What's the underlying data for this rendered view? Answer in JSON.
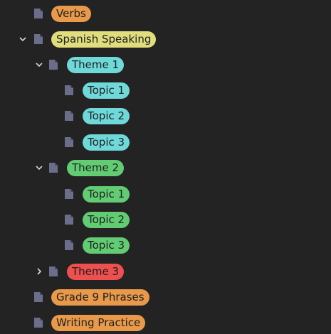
{
  "colors": {
    "background": "#232323",
    "orange": "#e8994a",
    "yellow": "#e0dd7d",
    "cyan": "#6fd9d9",
    "green": "#62cc73",
    "red": "#ee4f4f",
    "doc_icon": "#6b6e8a"
  },
  "tree": {
    "verbs": {
      "label": "Verbs",
      "icon": "document-icon"
    },
    "spanish_speaking": {
      "label": "Spanish Speaking",
      "icon": "document-icon",
      "expanded": true
    },
    "theme1": {
      "label": "Theme 1",
      "icon": "document-icon",
      "expanded": true
    },
    "theme1_topic1": {
      "label": "Topic 1",
      "icon": "document-icon"
    },
    "theme1_topic2": {
      "label": "Topic 2",
      "icon": "document-icon"
    },
    "theme1_topic3": {
      "label": "Topic 3",
      "icon": "document-icon"
    },
    "theme2": {
      "label": "Theme 2",
      "icon": "document-icon",
      "expanded": true
    },
    "theme2_topic1": {
      "label": "Topic 1",
      "icon": "document-icon"
    },
    "theme2_topic2": {
      "label": "Topic 2",
      "icon": "document-icon"
    },
    "theme2_topic3": {
      "label": "Topic 3",
      "icon": "document-icon"
    },
    "theme3": {
      "label": "Theme 3",
      "icon": "document-icon",
      "expanded": false
    },
    "grade9": {
      "label": "Grade 9 Phrases",
      "icon": "document-icon"
    },
    "writing": {
      "label": "Writing Practice",
      "icon": "document-icon"
    }
  }
}
